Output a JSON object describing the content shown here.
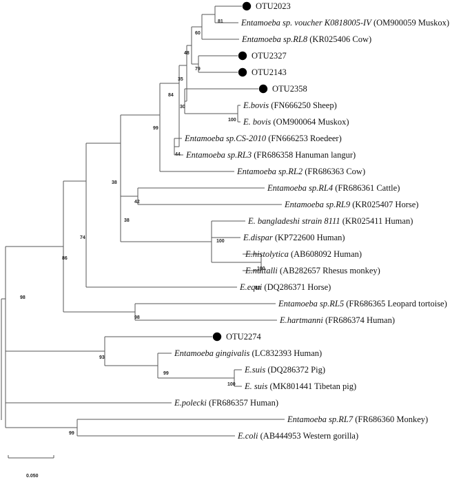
{
  "tree": {
    "taxa": [
      {
        "id": "otu2023",
        "plain": "OTU2023",
        "marker": true
      },
      {
        "id": "k0818005",
        "italic": "Entamoeba sp. voucher K0818005-IV",
        "plain": " (OM900059 Muskox)"
      },
      {
        "id": "rl8",
        "italic": "Entamoeba sp.RL8",
        "plain": " (KR025406 Cow)"
      },
      {
        "id": "otu2327",
        "plain": "OTU2327",
        "marker": true
      },
      {
        "id": "otu2143",
        "plain": "OTU2143",
        "marker": true
      },
      {
        "id": "otu2358",
        "plain": "OTU2358",
        "marker": true
      },
      {
        "id": "ebovis_sheep",
        "italic": "E.bovis",
        "plain": " (FN666250 Sheep)"
      },
      {
        "id": "ebovis_muskox",
        "italic": "E. bovis",
        "plain": " (OM900064 Muskox)"
      },
      {
        "id": "cs2010",
        "italic": "Entamoeba sp.CS-2010",
        "plain": " (FN666253 Roedeer)"
      },
      {
        "id": "rl3",
        "italic": "Entamoeba sp.RL3",
        "plain": " (FR686358 Hanuman langur)"
      },
      {
        "id": "rl2",
        "italic": "Entamoeba sp.RL2",
        "plain": " (FR686363 Cow)"
      },
      {
        "id": "rl4",
        "italic": "Entamoeba sp.RL4",
        "plain": " (FR686361 Cattle)"
      },
      {
        "id": "rl9",
        "italic": "Entamoeba sp.RL9",
        "plain": " (KR025407 Horse)"
      },
      {
        "id": "bangladeshi",
        "italic": "E. bangladeshi strain 8111",
        "plain": " (KR025411 Human)"
      },
      {
        "id": "dispar",
        "italic": "E.dispar",
        "plain": " (KP722600 Human)"
      },
      {
        "id": "histolytica",
        "italic": "E.histolytica",
        "plain": " (AB608092 Human)"
      },
      {
        "id": "nuttalli",
        "italic": "E.nuttalli",
        "plain": " (AB282657 Rhesus monkey)"
      },
      {
        "id": "equi",
        "italic": "E.equi",
        "plain": " (DQ286371 Horse)"
      },
      {
        "id": "rl5",
        "italic": "Entamoeba sp.RL5",
        "plain": " (FR686365 Leopard tortoise)"
      },
      {
        "id": "hartmanni",
        "italic": "E.hartmanni",
        "plain": " (FR686374 Human)"
      },
      {
        "id": "otu2274",
        "plain": "OTU2274",
        "marker": true
      },
      {
        "id": "gingivalis",
        "italic": "Entamoeba gingivalis",
        "plain": " (LC832393 Human)"
      },
      {
        "id": "suis_pig",
        "italic": "E.suis",
        "plain": " (DQ286372 Pig)"
      },
      {
        "id": "suis_tibetan",
        "italic": "E. suis",
        "plain": " (MK801441 Tibetan pig)"
      },
      {
        "id": "polecki",
        "italic": "E.polecki",
        "plain": " (FR686357 Human)"
      },
      {
        "id": "rl7",
        "italic": "Entamoeba sp.RL7",
        "plain": " (FR686360 Monkey)"
      },
      {
        "id": "ecoli",
        "italic": "E.coli",
        "plain": " (AB444953 Western gorilla)"
      }
    ],
    "bootstrap": {
      "n81": "81",
      "n60": "60",
      "n79": "79",
      "n48": "48",
      "n35": "35",
      "n30": "30",
      "n100_bovis": "100",
      "n84": "84",
      "n44": "44",
      "n99_top": "99",
      "n38_top": "38",
      "n42": "42",
      "n38_low": "38",
      "n100_bang": "100",
      "n100_disp": "100",
      "n82": "82",
      "n74": "74",
      "n86": "86",
      "n98_rl5": "98",
      "n98_main": "98",
      "n93": "93",
      "n99_suis": "99",
      "n100_suis": "100",
      "n99_rl7": "99"
    },
    "scale_bar": {
      "value": 0.05,
      "label": "0.050"
    },
    "colors": {
      "branch": "#555555",
      "marker": "#000000",
      "text": "#111111"
    }
  }
}
